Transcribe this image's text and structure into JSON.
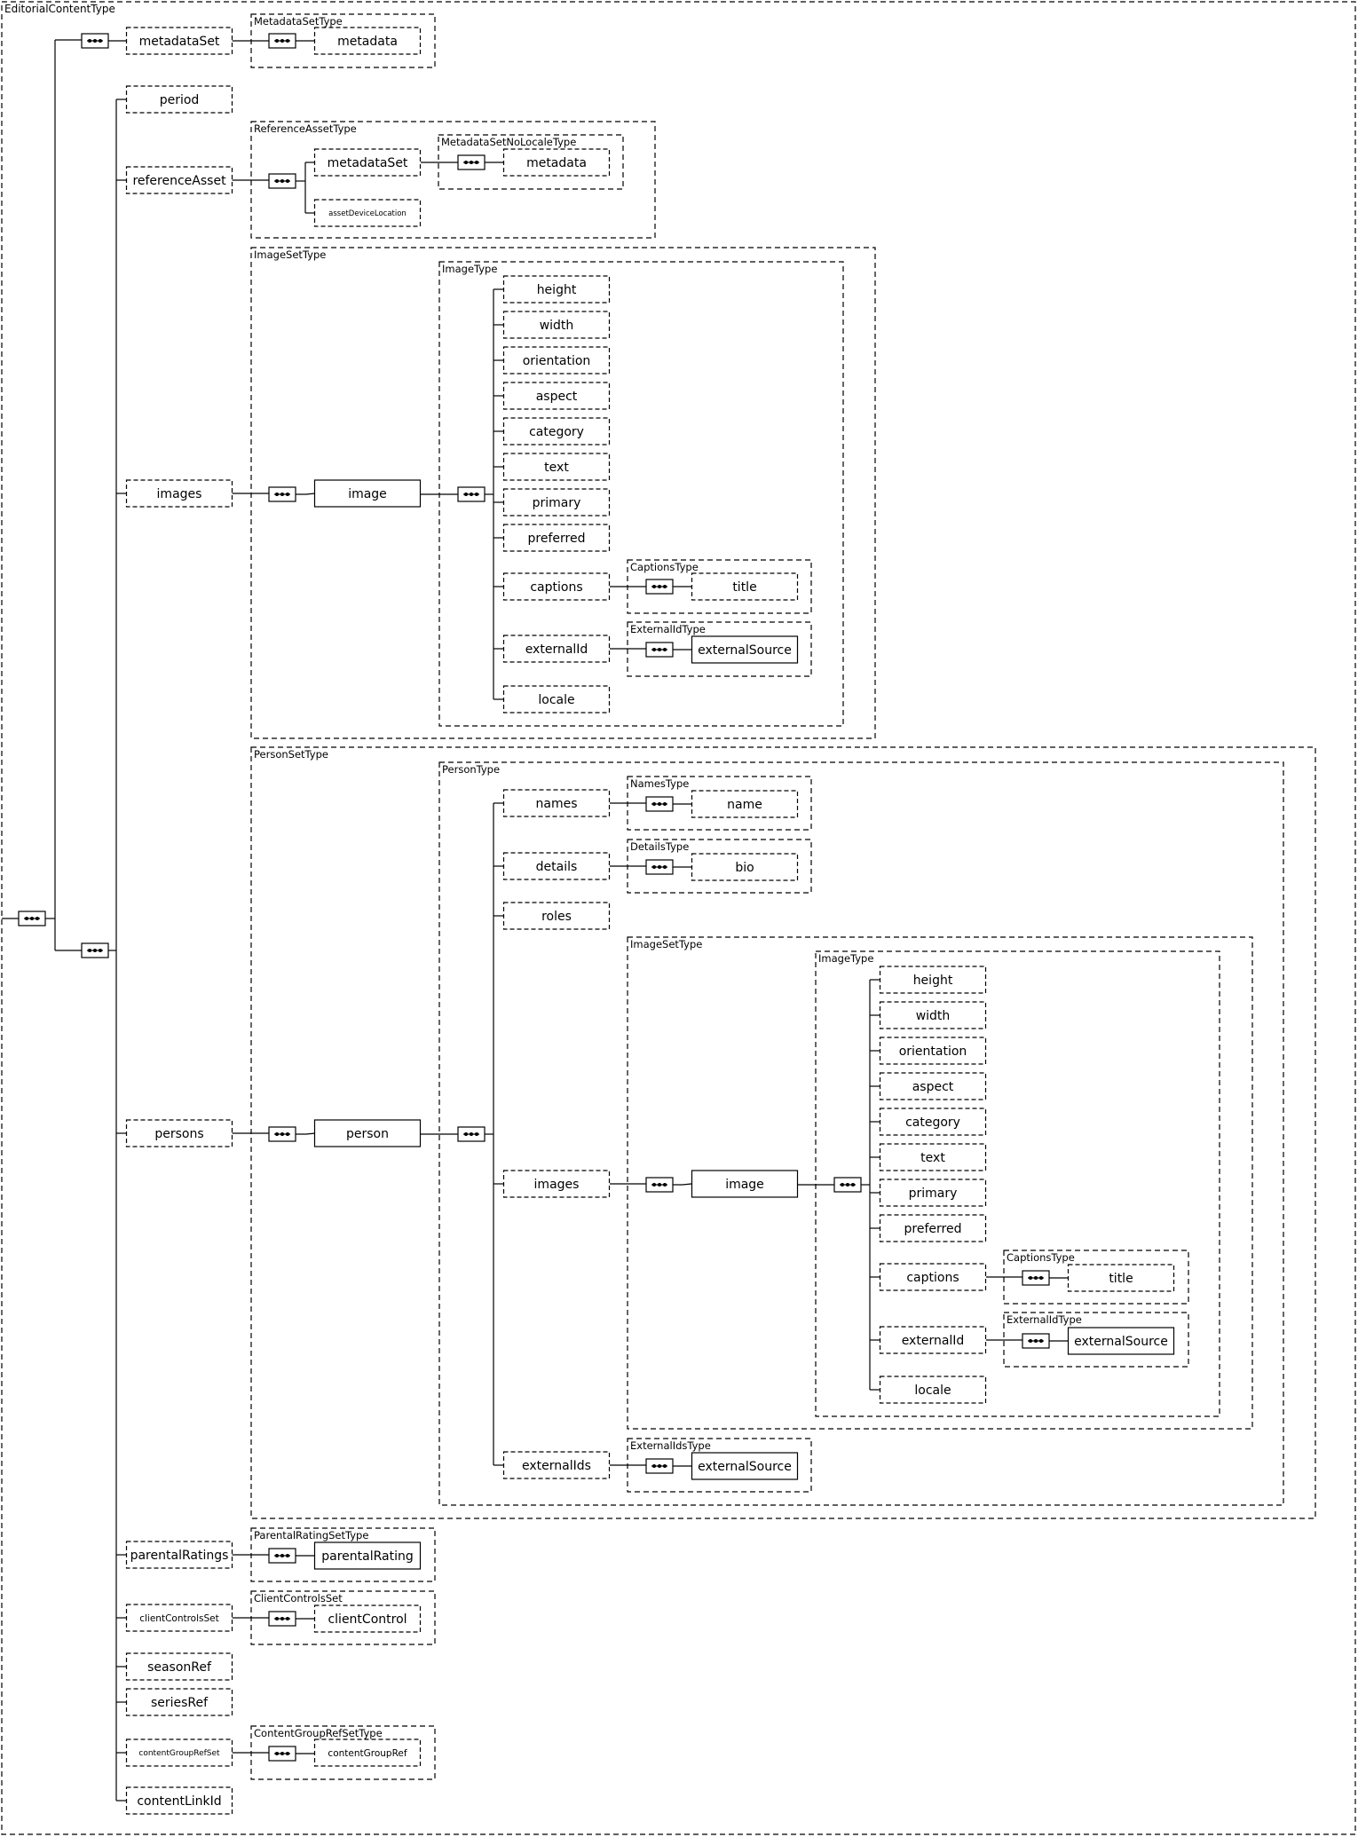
{
  "root_type": "EditorialContentType",
  "sequence_icon": "sequence-compositor-icon",
  "elements": {
    "metadataSet": "metadataSet",
    "metadata": "metadata",
    "period": "period",
    "referenceAsset": "referenceAsset",
    "assetDeviceLocation": "assetDeviceLocation",
    "images": "images",
    "image": "image",
    "height": "height",
    "width": "width",
    "orientation": "orientation",
    "aspect": "aspect",
    "category": "category",
    "text": "text",
    "primary": "primary",
    "preferred": "preferred",
    "captions": "captions",
    "title": "title",
    "externalId": "externalId",
    "externalSource": "externalSource",
    "locale": "locale",
    "persons": "persons",
    "person": "person",
    "names": "names",
    "name": "name",
    "details": "details",
    "bio": "bio",
    "roles": "roles",
    "externalIds": "externalIds",
    "parentalRatings": "parentalRatings",
    "parentalRating": "parentalRating",
    "clientControlsSet": "clientControlsSet",
    "clientControl": "clientControl",
    "seasonRef": "seasonRef",
    "seriesRef": "seriesRef",
    "contentGroupRefSet": "contentGroupRefSet",
    "contentGroupRef": "contentGroupRef",
    "contentLinkId": "contentLinkId"
  },
  "types": {
    "MetadataSetType": "MetadataSetType",
    "ReferenceAssetType": "ReferenceAssetType",
    "MetadataSetNoLocaleType": "MetadataSetNoLocaleType",
    "ImageSetType": "ImageSetType",
    "ImageType": "ImageType",
    "CaptionsType": "CaptionsType",
    "ExternalIdType": "ExternalIdType",
    "PersonSetType": "PersonSetType",
    "PersonType": "PersonType",
    "NamesType": "NamesType",
    "DetailsType": "DetailsType",
    "ExternalIdsType": "ExternalIdsType",
    "ParentalRatingSetType": "ParentalRatingSetType",
    "ClientControlsSet": "ClientControlsSet",
    "ContentGroupRefSetType": "ContentGroupRefSetType"
  }
}
